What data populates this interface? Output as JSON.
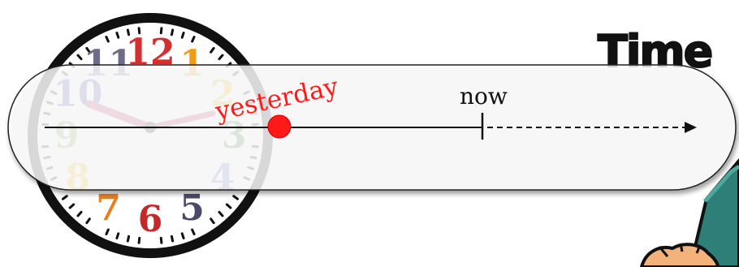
{
  "title": {
    "text": "Time",
    "color": "#111111"
  },
  "clock": {
    "numerals": [
      "12",
      "1",
      "2",
      "3",
      "4",
      "5",
      "6",
      "7",
      "8",
      "9",
      "10",
      "11"
    ],
    "numeral_colors": [
      "#d32f2f",
      "#f39c12",
      "#e6b800",
      "#2e7d32",
      "#5c6bc0",
      "#4a4a6a",
      "#c62828",
      "#e67e22",
      "#f1c40f",
      "#7cb342",
      "#3949ab",
      "#6d6d8a"
    ],
    "rim_color": "#111111",
    "hand_color": "#c2185b",
    "time_shown": "10:10"
  },
  "timeline": {
    "label_yesterday": "yesterday",
    "label_now": "now",
    "yesterday_color": "#ff1a1a",
    "line_color": "#111111",
    "past_segment": "solid",
    "future_segment": "dashed"
  }
}
